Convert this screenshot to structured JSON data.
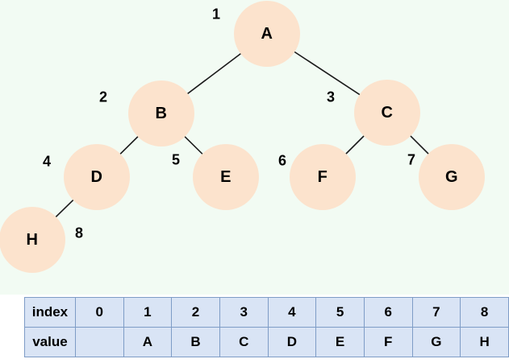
{
  "diagram": {
    "type": "binary-tree-with-array-representation",
    "tree": {
      "nodes": [
        {
          "label": "A",
          "index": "1"
        },
        {
          "label": "B",
          "index": "2"
        },
        {
          "label": "C",
          "index": "3"
        },
        {
          "label": "D",
          "index": "4"
        },
        {
          "label": "E",
          "index": "5"
        },
        {
          "label": "F",
          "index": "6"
        },
        {
          "label": "G",
          "index": "7"
        },
        {
          "label": "H",
          "index": "8"
        }
      ],
      "edges": [
        [
          "A",
          "B"
        ],
        [
          "A",
          "C"
        ],
        [
          "B",
          "D"
        ],
        [
          "B",
          "E"
        ],
        [
          "C",
          "F"
        ],
        [
          "C",
          "G"
        ],
        [
          "D",
          "H"
        ]
      ]
    },
    "table": {
      "rows": [
        {
          "header": "index",
          "cells": [
            "0",
            "1",
            "2",
            "3",
            "4",
            "5",
            "6",
            "7",
            "8"
          ]
        },
        {
          "header": "value",
          "cells": [
            "",
            "A",
            "B",
            "C",
            "D",
            "E",
            "F",
            "G",
            "H"
          ]
        }
      ]
    },
    "colors": {
      "tree_background": "#f2fbf3",
      "table_background": "#ffffff",
      "node_fill": "#fce3cd",
      "edge_line": "#1b1b1b",
      "table_cell_fill": "#d9e4f5",
      "table_border": "#7e9cc6",
      "text": "#000000"
    }
  }
}
